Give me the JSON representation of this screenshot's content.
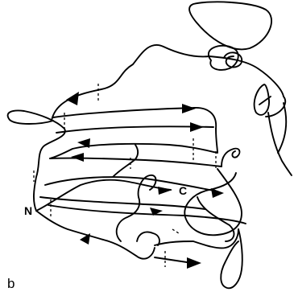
{
  "figure": {
    "panel_label": "b",
    "termini": {
      "c_label": "C",
      "n_label": "N"
    },
    "ink_color": "#000000",
    "background_color": "#ffffff"
  }
}
